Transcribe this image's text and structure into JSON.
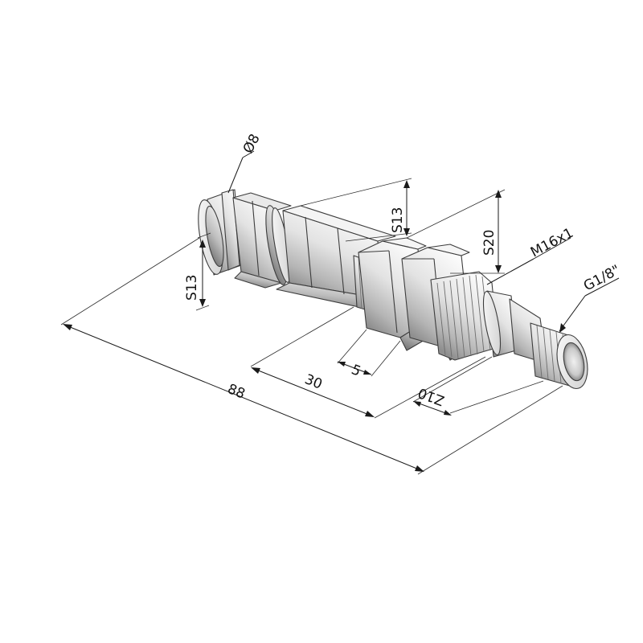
{
  "drawing": {
    "dimensions": [
      {
        "id": "diameter",
        "label": "Ø8"
      },
      {
        "id": "hex-rear",
        "label": "S13"
      },
      {
        "id": "hex-front",
        "label": "S13"
      },
      {
        "id": "nut",
        "label": "S20"
      },
      {
        "id": "thread-main",
        "label": "M16x1"
      },
      {
        "id": "thread-port",
        "label": "G1/8\""
      },
      {
        "id": "overall-length",
        "label": "88"
      },
      {
        "id": "body-length",
        "label": "30"
      },
      {
        "id": "nut-width",
        "label": "5"
      },
      {
        "id": "port-length",
        "label": "Z10"
      }
    ],
    "colors": {
      "metal_light": "#f2f2f2",
      "metal_mid": "#d0d0d0",
      "metal_dark": "#9e9e9e",
      "edge": "#3c3c3c",
      "dimension": "#1a1a1a",
      "background": "#ffffff"
    }
  }
}
